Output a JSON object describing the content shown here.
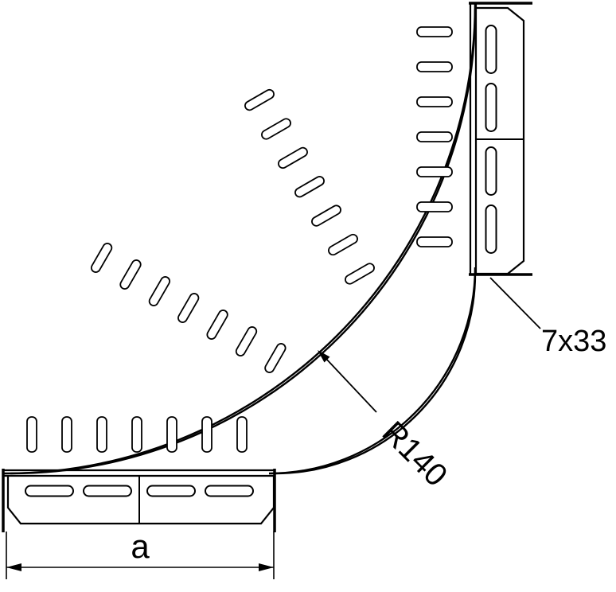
{
  "drawing": {
    "type": "technical-drawing",
    "subject": "90-degree perforated cable tray bend, top view",
    "background_color": "#ffffff",
    "line_color": "#000000",
    "labels": {
      "end_width_dimension": "a",
      "bend_radius": "R140",
      "perforation_size": "7x33"
    }
  }
}
